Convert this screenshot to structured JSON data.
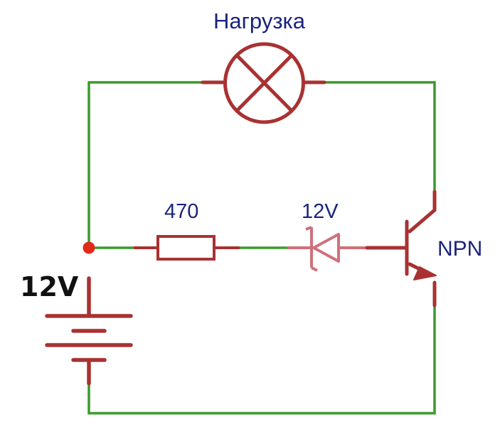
{
  "colors": {
    "wire": "#3a9a2a",
    "component": "#a83232",
    "zener": "#d0707a",
    "junction": "#e02a1a",
    "label": "#1a237e",
    "battery_label": "#111111"
  },
  "components": {
    "load": {
      "label": "Нагрузка",
      "symbol": "lamp"
    },
    "resistor": {
      "label": "470",
      "symbol": "resistor"
    },
    "zener": {
      "label": "12V",
      "symbol": "zener-diode"
    },
    "transistor": {
      "label": "NPN",
      "symbol": "npn-transistor"
    },
    "battery": {
      "label": "12V",
      "symbol": "battery"
    }
  }
}
